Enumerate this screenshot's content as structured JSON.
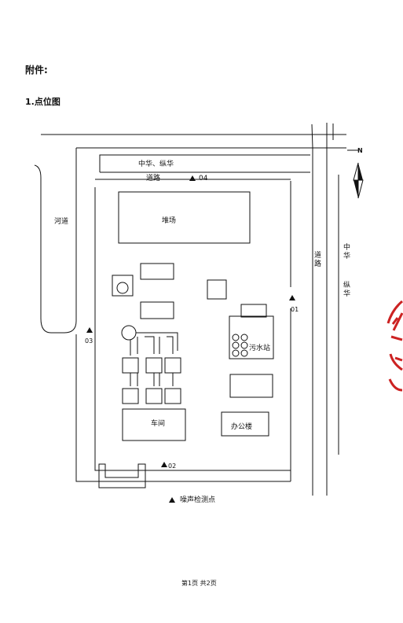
{
  "header": {
    "attachment": "附件:",
    "section": "1.点位图"
  },
  "map": {
    "road_top": "中华、纵华",
    "road_top_suffix": "道路",
    "river": "河道",
    "road_right": "道路",
    "road_far_right_1": "中华",
    "road_far_right_2": "纵华",
    "north": "N",
    "yard": "堆场",
    "sewage": "污水站",
    "workshop": "车间",
    "office": "办公楼",
    "points": [
      "01",
      "02",
      "03",
      "04"
    ],
    "legend": "噪声检测点"
  },
  "footer": {
    "page": "第1页  共2页"
  },
  "colors": {
    "ink": "#111111",
    "stamp": "#cc2222"
  }
}
